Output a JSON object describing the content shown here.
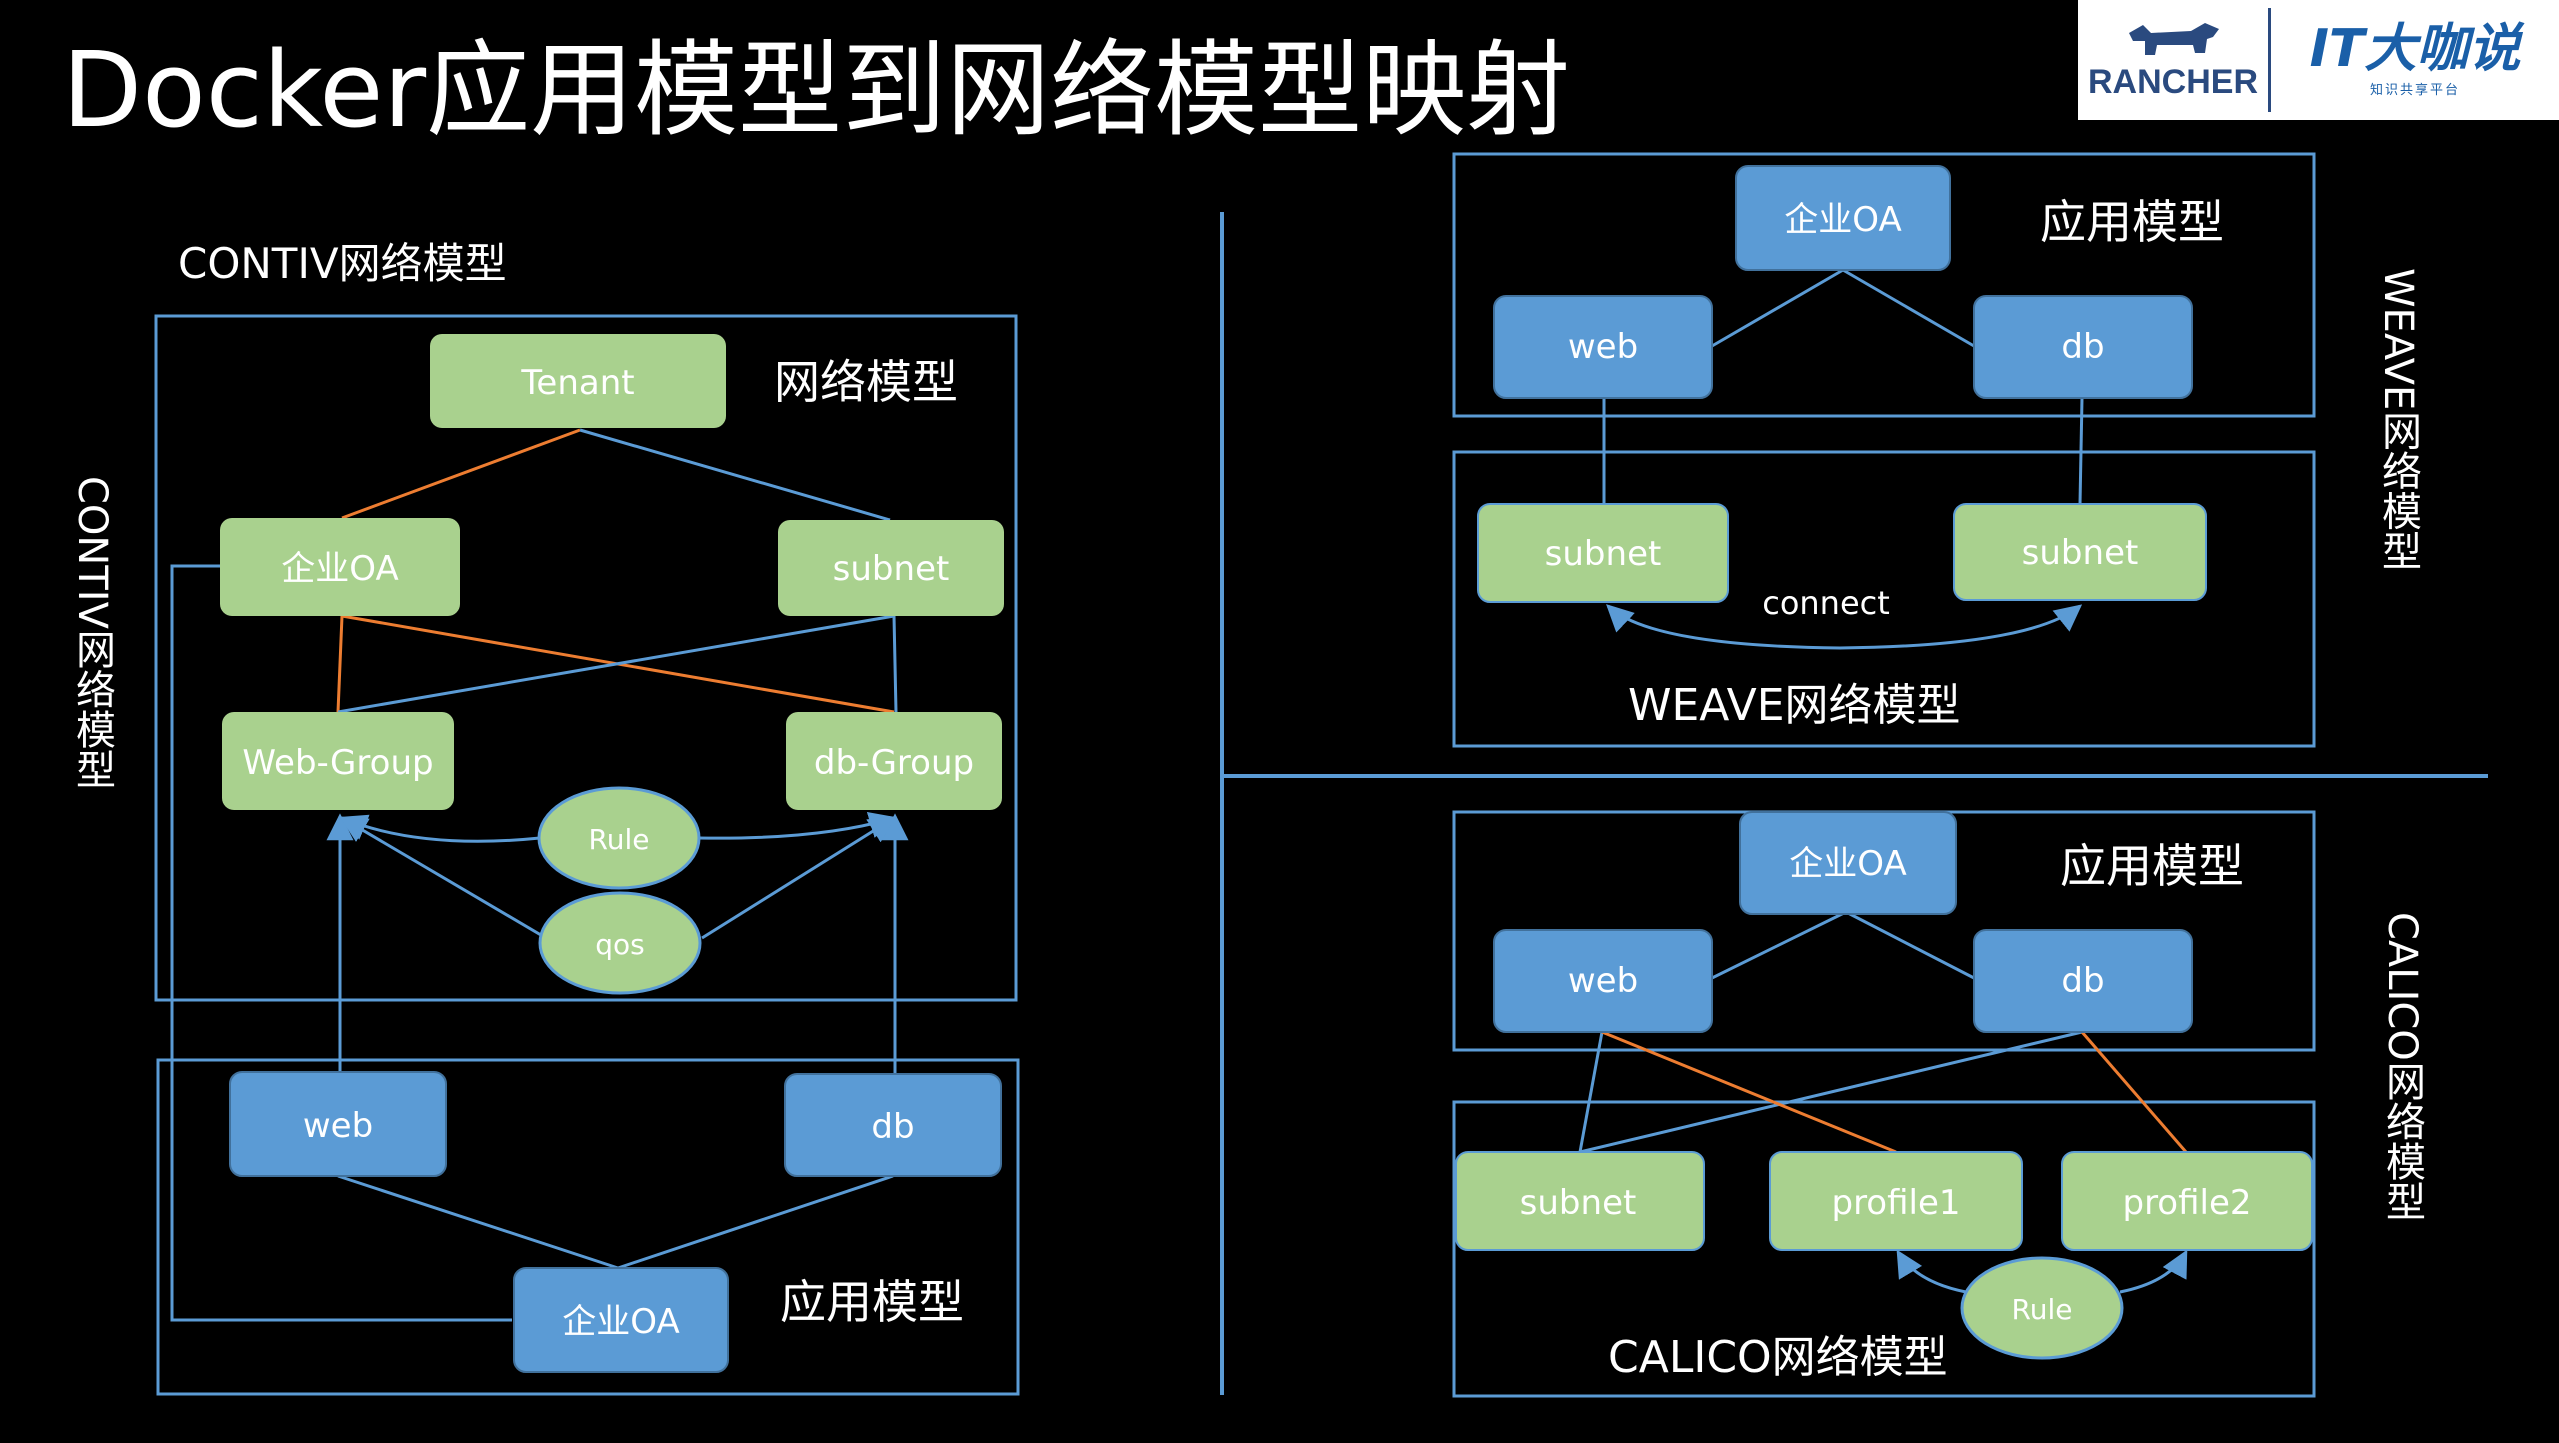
{
  "title": "Docker应用模型到网络模型映射",
  "logo": {
    "left": "RANCHER",
    "right": "IT大咖说",
    "right_sub": "知识共享平台"
  },
  "colors": {
    "blue_box": "#5b9bd5",
    "green_box": "#a9d18e",
    "orange_line": "#ed7d31",
    "frame": "#5b9bd5"
  },
  "contiv": {
    "heading": "CONTIV网络模型",
    "side_label": "CONTIV网络模型",
    "net_label": "网络模型",
    "app_label": "应用模型",
    "tenant": "Tenant",
    "oa": "企业OA",
    "subnet": "subnet",
    "web_group": "Web-Group",
    "db_group": "db-Group",
    "rule": "Rule",
    "qos": "qos",
    "web": "web",
    "db": "db",
    "app_oa": "企业OA"
  },
  "weave": {
    "side_label": "WEAVE网络模型",
    "app_label": "应用模型",
    "net_label": "WEAVE网络模型",
    "oa": "企业OA",
    "web": "web",
    "db": "db",
    "subnet_left": "subnet",
    "subnet_right": "subnet",
    "connect": "connect"
  },
  "calico": {
    "side_label": "CALICO网络模型",
    "app_label": "应用模型",
    "net_label": "CALICO网络模型",
    "oa": "企业OA",
    "web": "web",
    "db": "db",
    "subnet": "subnet",
    "profile1": "profile1",
    "profile2": "profile2",
    "rule": "Rule"
  }
}
